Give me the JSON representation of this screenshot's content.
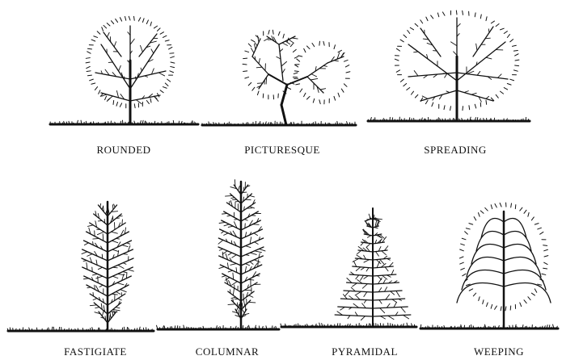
{
  "figure": {
    "ink_color": "#111111",
    "background": "#ffffff",
    "tree_forms": [
      {
        "id": "rounded",
        "label": "ROUNDED"
      },
      {
        "id": "picturesque",
        "label": "PICTURESQUE"
      },
      {
        "id": "spreading",
        "label": "SPREADING"
      },
      {
        "id": "fastigiate",
        "label": "FASTIGIATE"
      },
      {
        "id": "columnar",
        "label": "COLUMNAR"
      },
      {
        "id": "pyramidal",
        "label": "PYRAMIDAL"
      },
      {
        "id": "weeping",
        "label": "WEEPING"
      }
    ]
  }
}
